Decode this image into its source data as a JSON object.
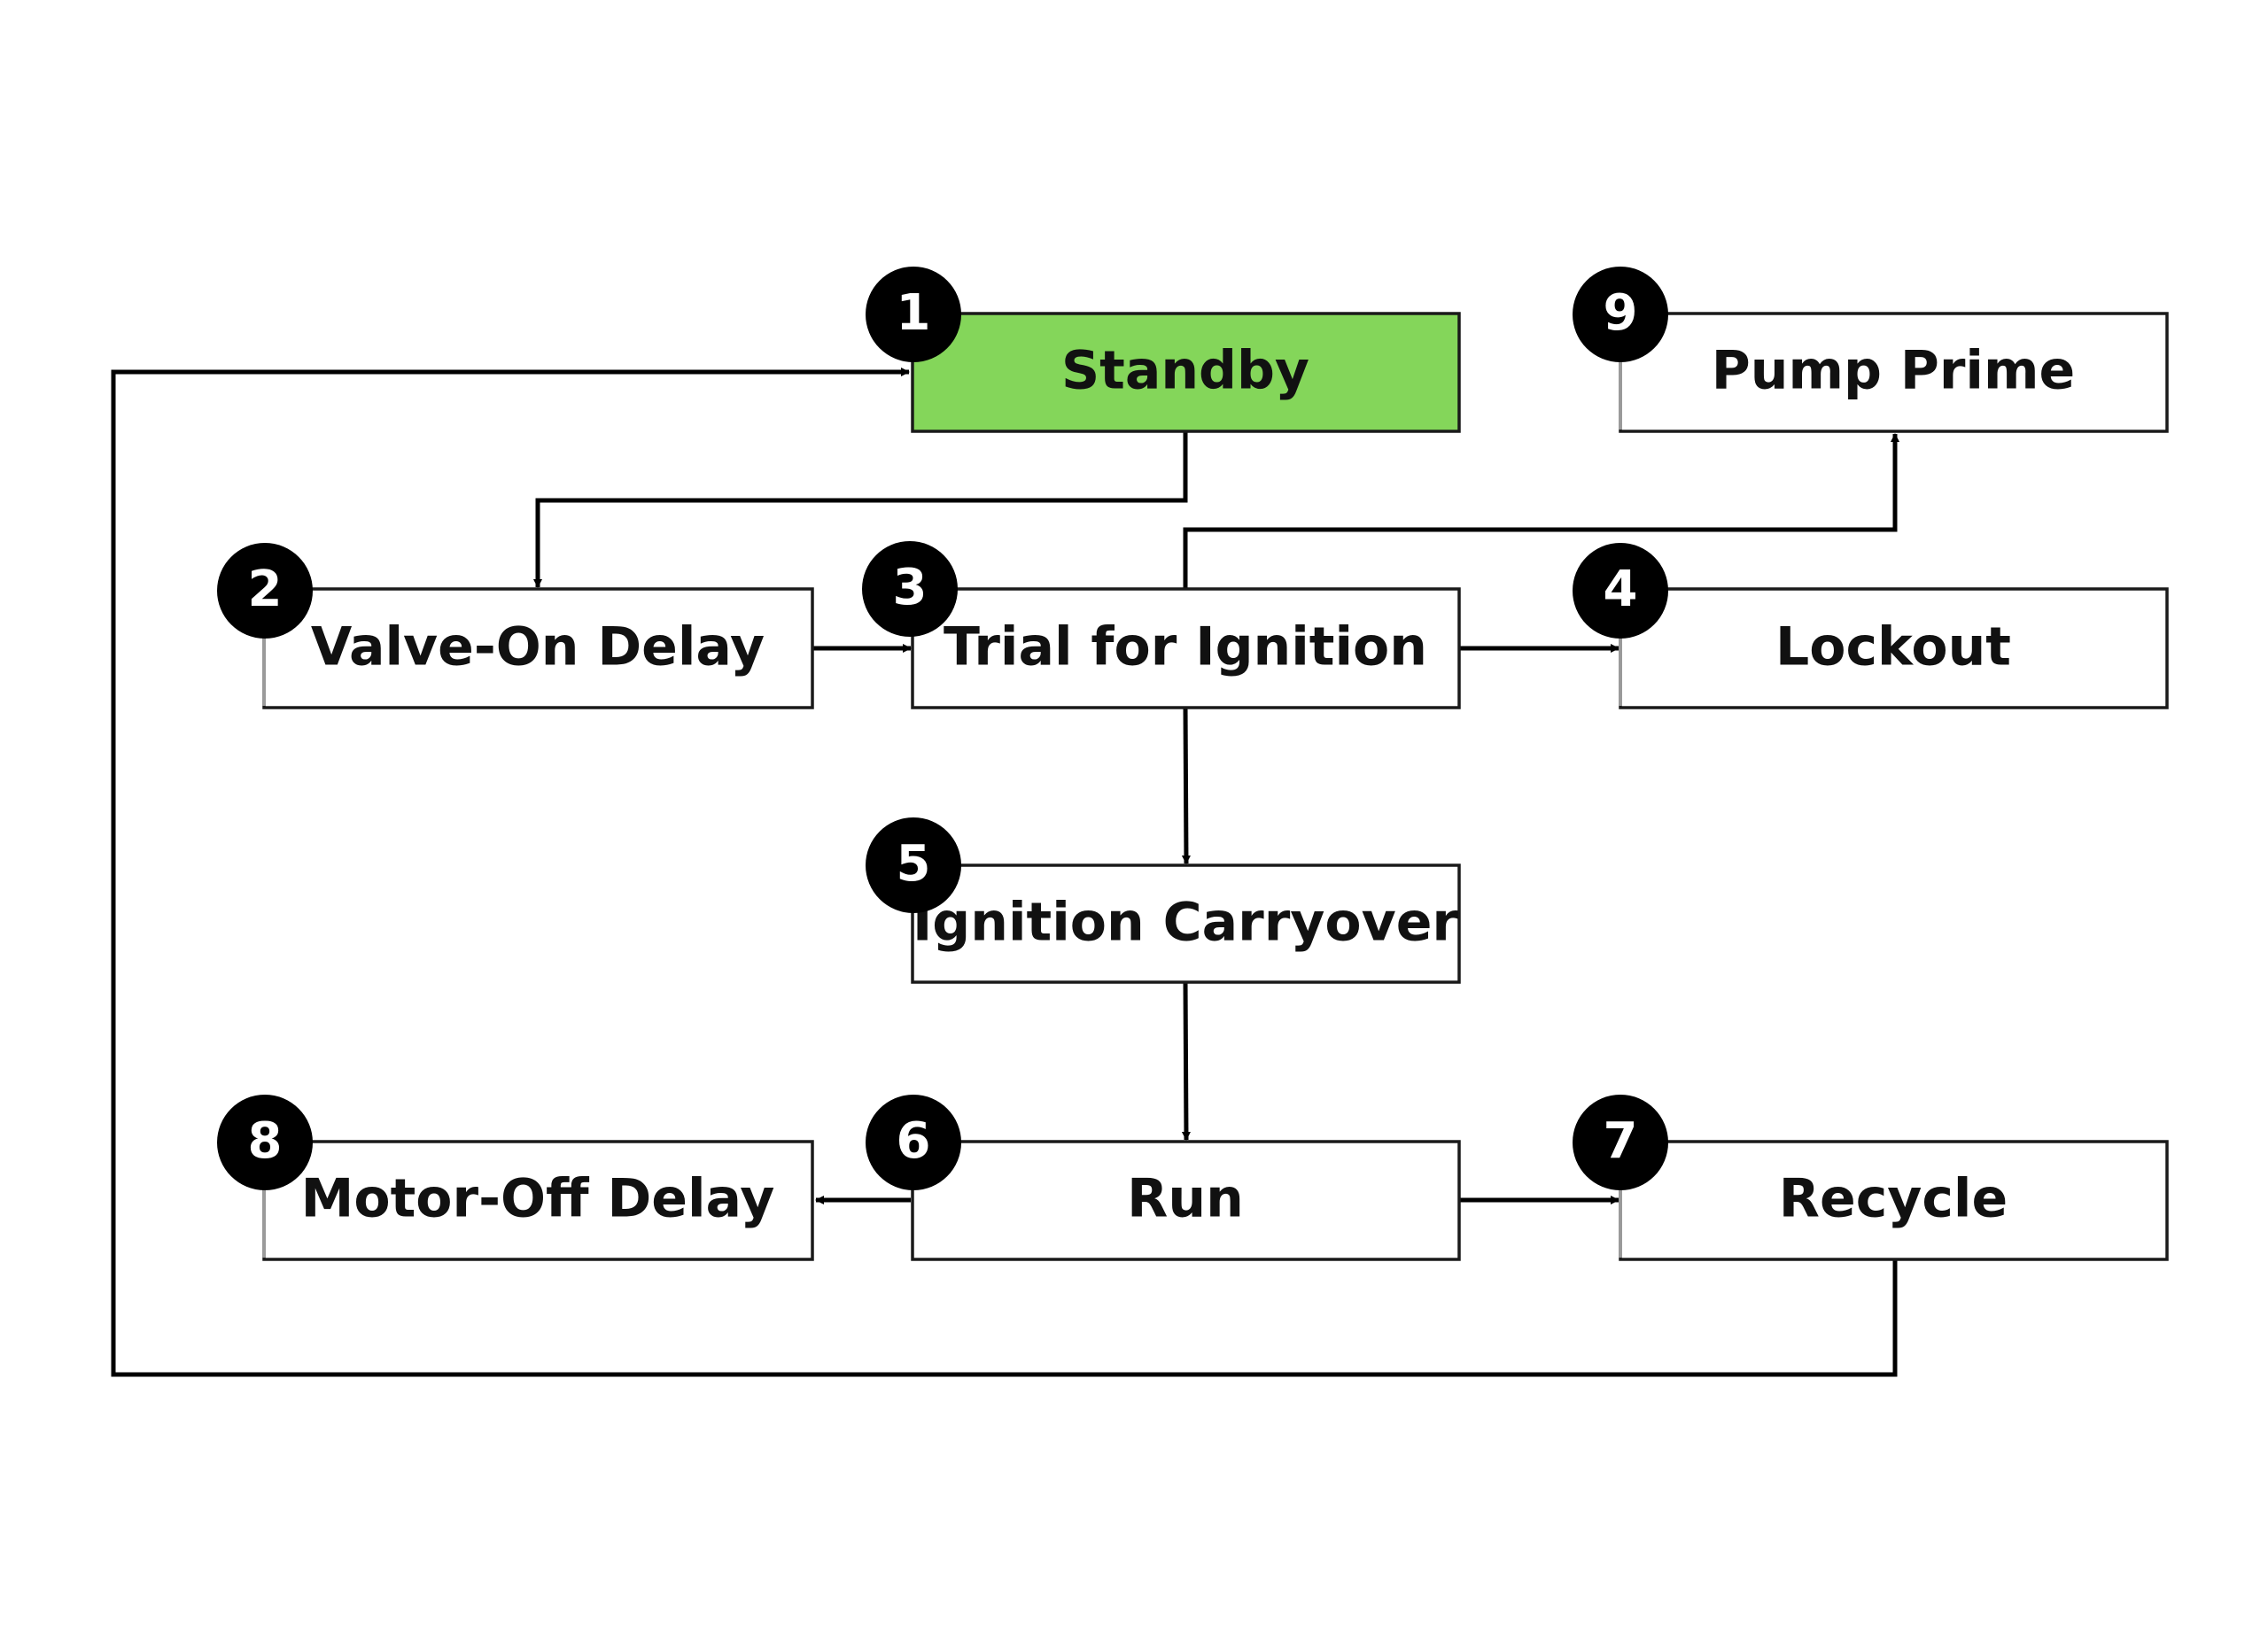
{
  "colors": {
    "active_fill": "#84d65a",
    "default_fill": "#ffffff",
    "stroke": "#1a1a1a",
    "badge": "#000000"
  },
  "states": [
    {
      "id": "s1",
      "number": "1",
      "label": "Standby",
      "active": true
    },
    {
      "id": "s2",
      "number": "2",
      "label": "Valve-On Delay",
      "active": false
    },
    {
      "id": "s3",
      "number": "3",
      "label": "Trial for Ignition",
      "active": false
    },
    {
      "id": "s4",
      "number": "4",
      "label": "Lockout",
      "active": false
    },
    {
      "id": "s5",
      "number": "5",
      "label": "Ignition Carryover",
      "active": false
    },
    {
      "id": "s6",
      "number": "6",
      "label": "Run",
      "active": false
    },
    {
      "id": "s7",
      "number": "7",
      "label": "Recycle",
      "active": false
    },
    {
      "id": "s8",
      "number": "8",
      "label": "Motor-Off Delay",
      "active": false
    },
    {
      "id": "s9",
      "number": "9",
      "label": "Pump Prime",
      "active": false
    }
  ],
  "transitions": [
    {
      "from": "s1",
      "to": "s2"
    },
    {
      "from": "s2",
      "to": "s3"
    },
    {
      "from": "s3",
      "to": "s4"
    },
    {
      "from": "s3",
      "to": "s9"
    },
    {
      "from": "s3",
      "to": "s5"
    },
    {
      "from": "s5",
      "to": "s6"
    },
    {
      "from": "s6",
      "to": "s8"
    },
    {
      "from": "s6",
      "to": "s7"
    },
    {
      "from": "s7",
      "to": "s1"
    }
  ]
}
